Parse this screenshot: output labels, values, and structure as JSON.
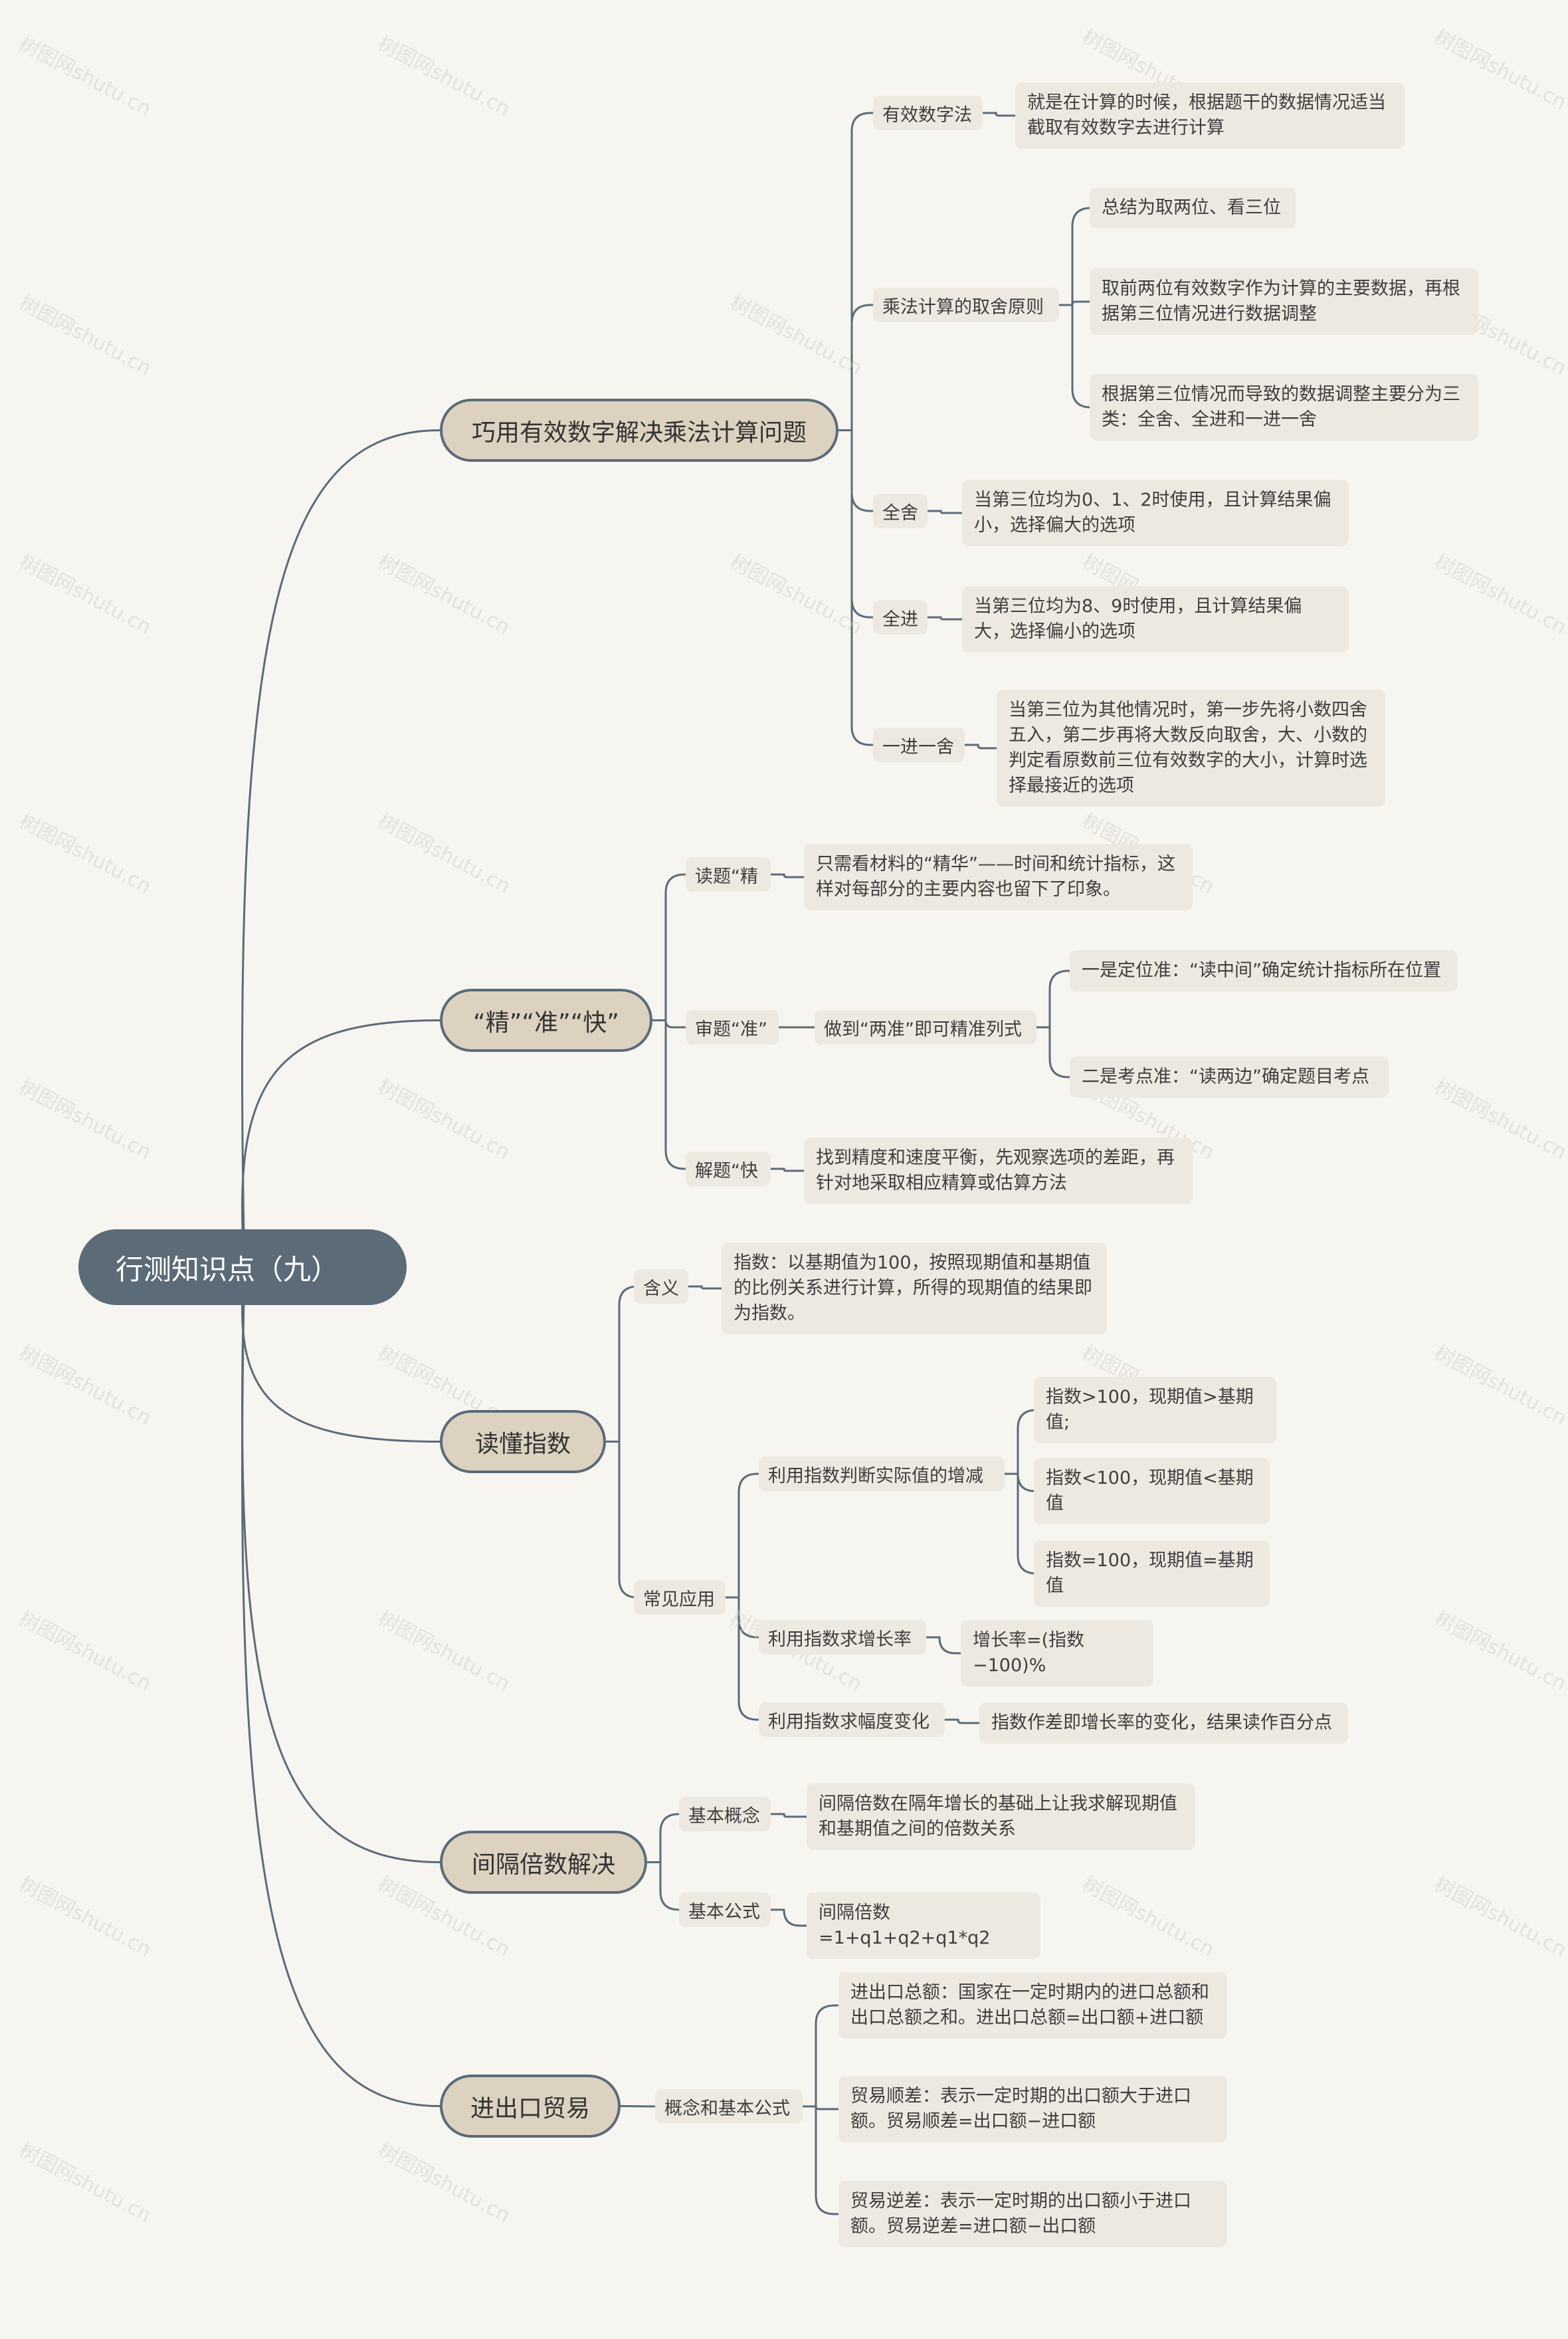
{
  "root": "行测知识点（九）",
  "watermark": "树图网shutu.cn",
  "line_color": "#5b6b78",
  "branches": {
    "b1": {
      "title": "巧用有效数字解决乘法计算问题",
      "c1": {
        "label": "有效数字法",
        "text": "就是在计算的时候，根据题干的数据情况适当截取有效数字去进行计算"
      },
      "c2": {
        "label": "乘法计算的取舍原则",
        "t1": "总结为取两位、看三位",
        "t2": "取前两位有效数字作为计算的主要数据，再根据第三位情况进行数据调整",
        "t3": "根据第三位情况而导致的数据调整主要分为三类：全舍、全进和一进一舍"
      },
      "c3": {
        "label": "全舍",
        "text": "当第三位均为0、1、2时使用，且计算结果偏小，选择偏大的选项"
      },
      "c4": {
        "label": "全进",
        "text": "当第三位均为8、9时使用，且计算结果偏大，选择偏小的选项"
      },
      "c5": {
        "label": "一进一舍",
        "text": "当第三位为其他情况时，第一步先将小数四舍五入，第二步再将大数反向取舍，大、小数的判定看原数前三位有效数字的大小，计算时选择最接近的选项"
      }
    },
    "b2": {
      "title": "“精”“准”“快”",
      "c1": {
        "label": "读题“精",
        "text": "只需看材料的“精华”——时间和统计指标，这样对每部分的主要内容也留下了印象。"
      },
      "c2": {
        "label": "审题“准”",
        "mid": "做到“两准”即可精准列式",
        "t1": "一是定位准：“读中间”确定统计指标所在位置",
        "t2": "二是考点准：“读两边”确定题目考点"
      },
      "c3": {
        "label": "解题“快",
        "text": "找到精度和速度平衡，先观察选项的差距，再针对地采取相应精算或估算方法"
      }
    },
    "b3": {
      "title": "读懂指数",
      "c1": {
        "label": "含义",
        "text": "指数：以基期值为100，按照现期值和基期值的比例关系进行计算，所得的现期值的结果即为指数。"
      },
      "c2": {
        "label": "常见应用",
        "g1": {
          "label": "利用指数判断实际值的增减",
          "t1": "指数>100，现期值>基期值;",
          "t2": "指数<100，现期值<基期值",
          "t3": "指数=100，现期值=基期值"
        },
        "g2": {
          "label": "利用指数求增长率",
          "text": "增长率=(指数−100)%"
        },
        "g3": {
          "label": "利用指数求幅度变化",
          "text": "指数作差即增长率的变化，结果读作百分点"
        }
      }
    },
    "b4": {
      "title": "间隔倍数解决",
      "c1": {
        "label": "基本概念",
        "text": "间隔倍数在隔年增长的基础上让我求解现期值和基期值之间的倍数关系"
      },
      "c2": {
        "label": "基本公式",
        "text": "间隔倍数=1+q1+q2+q1*q2"
      }
    },
    "b5": {
      "title": "进出口贸易",
      "c1": {
        "label": "概念和基本公式",
        "t1": "进出口总额：国家在一定时期内的进口总额和出口总额之和。进出口总额=出口额+进口额",
        "t2": "贸易顺差：表示一定时期的出口额大于进口额。贸易顺差=出口额−进口额",
        "t3": "贸易逆差：表示一定时期的出口额小于进口额。贸易逆差=进口额−出口额"
      }
    }
  }
}
